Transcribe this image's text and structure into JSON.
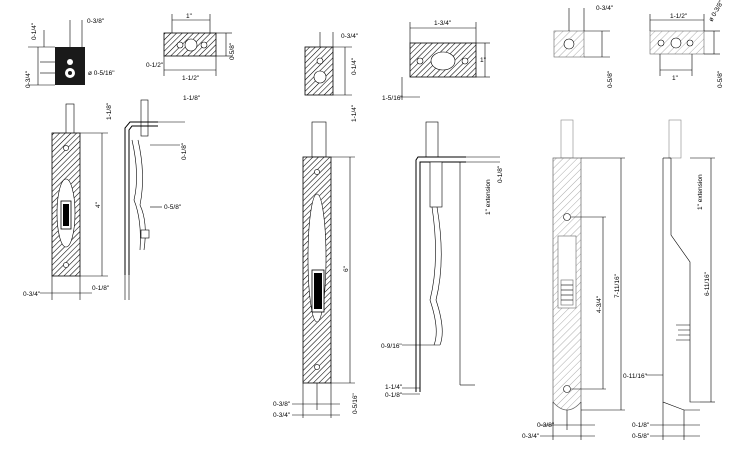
{
  "labels": {
    "d1_width": "0-3/8\"",
    "d1_height": "0-1/4\"",
    "d1_side": "0-3/4\"",
    "d1_hole": "ø 0-5/16\"",
    "d1_top": "1-1/8\"",
    "d1_len": "4\"",
    "d1_gap": "0-1/8\"",
    "d1_plate": "0-3/4\"",
    "d1_ext": "1-1/8\"",
    "d1_keep_w": "1\"",
    "d1_keep_h": "0-1/2\"",
    "d1_keep_len": "1-1/2\"",
    "d1_keep_d": "0-5/8\"",
    "d1_side_tip": "0-1/8\"",
    "d1_side_bolt": "0-5/8\"",
    "d2_top": "0-3/4\"",
    "d2_hole": "0-1/4\"",
    "d2_rod": "1-1/4\"",
    "d2_len": "6\"",
    "d2_b1": "0-3/8\"",
    "d2_b2": "0-3/4\"",
    "d2_b3": "0-5/16\"",
    "d2_keep_w": "1-3/4\"",
    "d2_keep_h": "1\"",
    "d2_keep_d": "1-5/16\"",
    "d2_ext": "1\" extension",
    "d2_side_tip": "0-1/8\"",
    "d2_side_a": "0-9/16\"",
    "d2_side_b": "1-1/4\"",
    "d2_side_c": "0-1/8\"",
    "d3_top": "0-3/4\"",
    "d3_side": "0-5/8\"",
    "d3_keep_w": "1-1/2\"",
    "d3_keep_hole": "ø 0-3/8\"",
    "d3_keep_d": "0-5/8\"",
    "d3_keep_len": "1\"",
    "d3_len": "7-11/16\"",
    "d3_slot": "4-3/4\"",
    "d3_b1": "0-3/8\"",
    "d3_b2": "0-3/4\"",
    "d3_ext": "1\" extension",
    "d3_side_len": "6-11/16\"",
    "d3_side_a": "0-11/16\"",
    "d3_side_b": "0-1/8\"",
    "d3_side_c": "0-5/8\""
  }
}
